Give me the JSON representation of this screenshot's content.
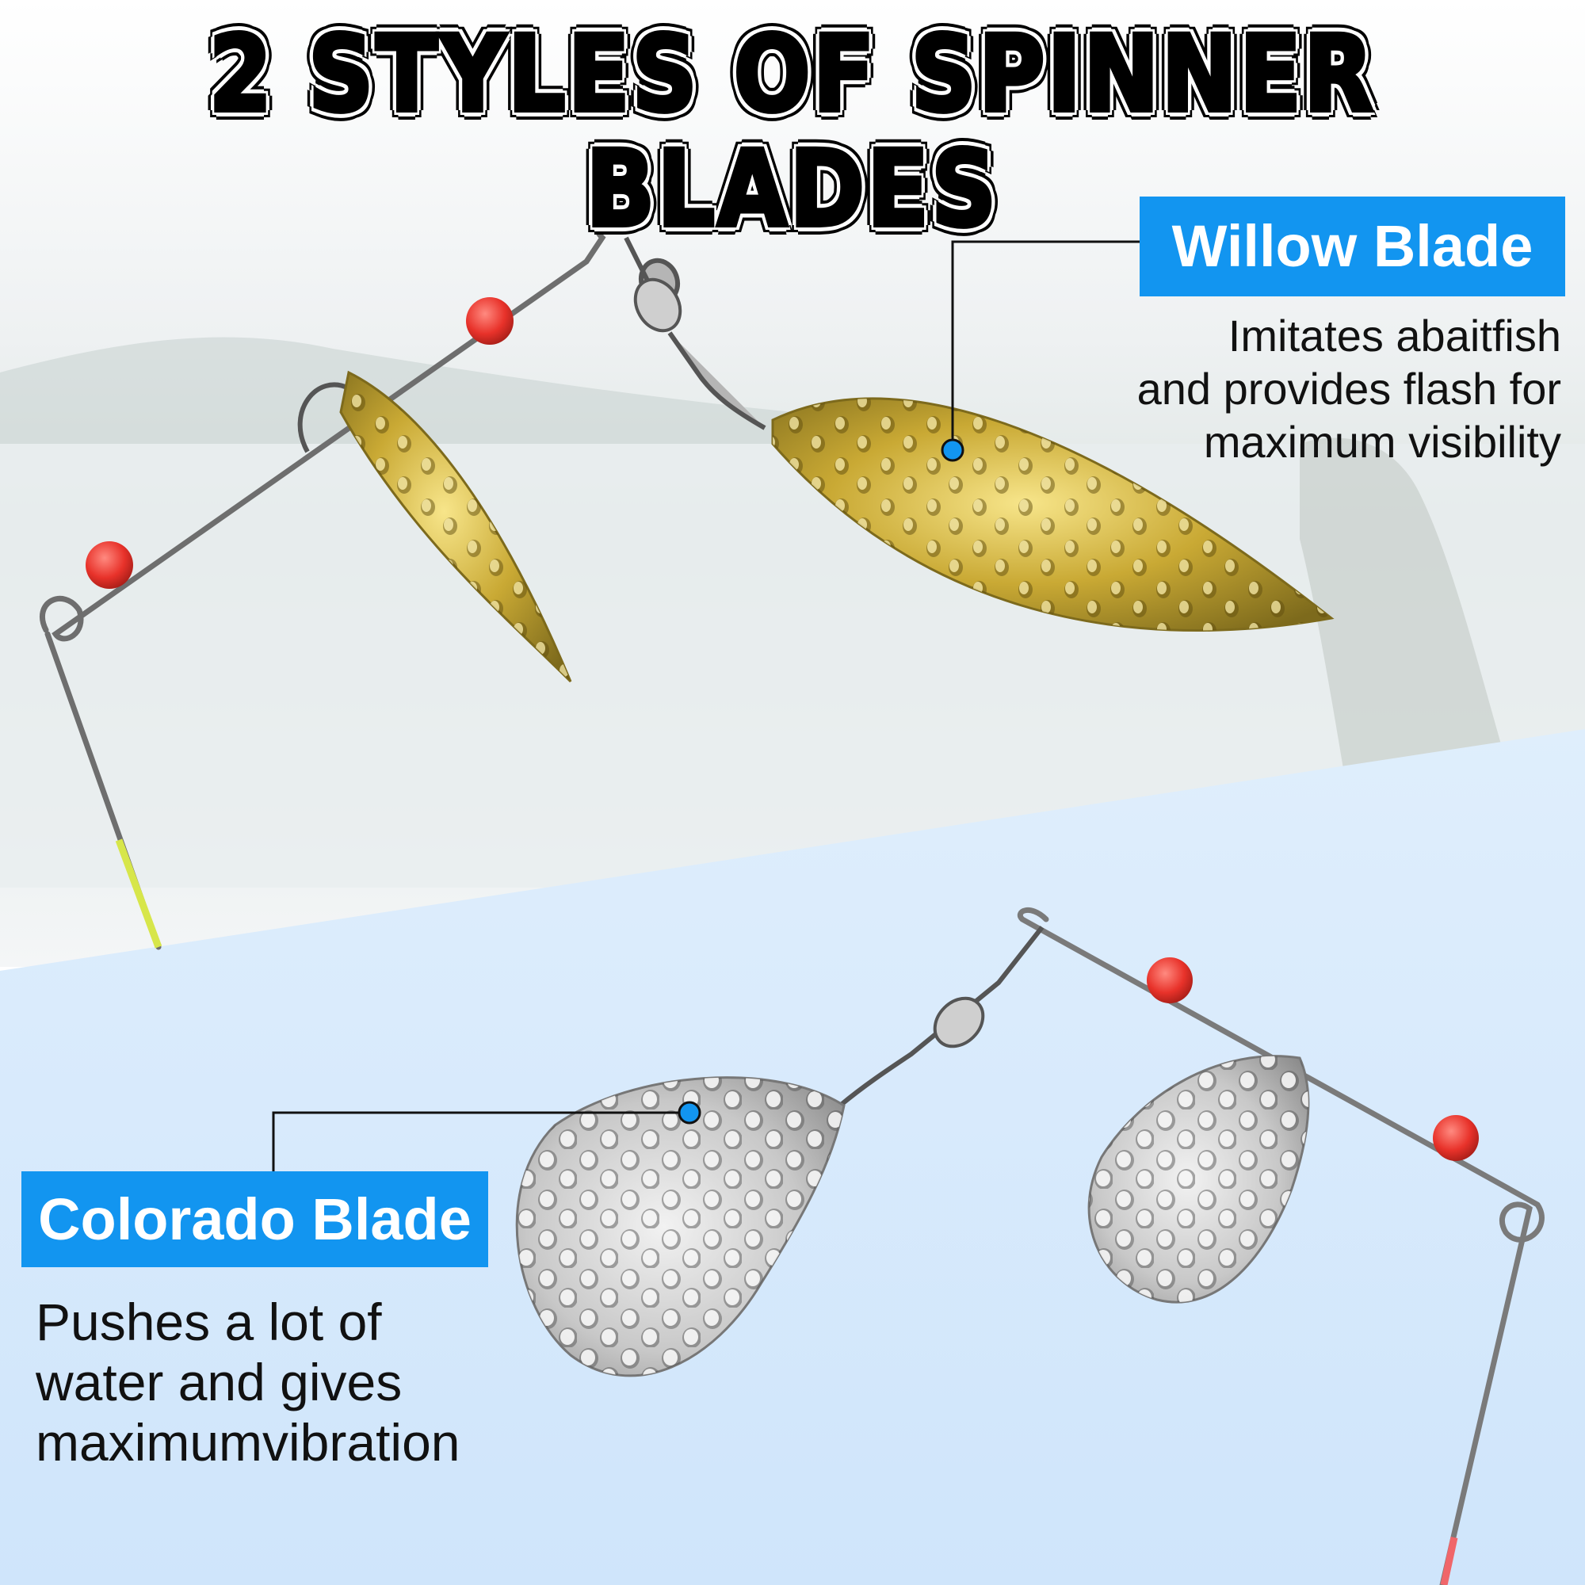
{
  "title": "2 STYLES OF SPINNER BLADES",
  "willow": {
    "label": "Willow Blade",
    "description": [
      "Imitates abaitfish",
      "and provides flash for",
      "maximum visibility"
    ]
  },
  "colorado": {
    "label": "Colorado Blade",
    "description": [
      "Pushes a lot of",
      "water and gives",
      "maximumvibration"
    ]
  },
  "colors": {
    "accent": "#1295f0",
    "bead_red": "#e8322a",
    "gold_blade": "#c9a934",
    "silver_blade": "#d9d9d9",
    "lower_background": "#d7e9fb"
  }
}
